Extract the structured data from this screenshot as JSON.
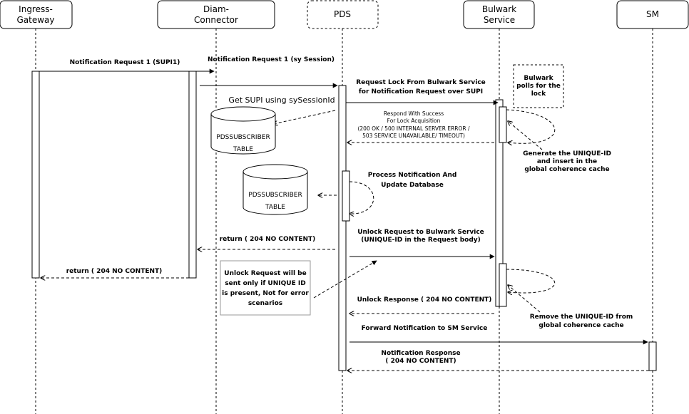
{
  "participants": [
    {
      "id": "ingress",
      "line1": "Ingress-",
      "line2": "Gateway"
    },
    {
      "id": "diam",
      "line1": "Diam-",
      "line2": "Connector"
    },
    {
      "id": "pds",
      "line1": "PDS",
      "line2": ""
    },
    {
      "id": "bulwark",
      "line1": "Bulwark",
      "line2": "Service"
    },
    {
      "id": "sm",
      "line1": "SM",
      "line2": ""
    }
  ],
  "messages": {
    "m1": "Notification Request 1 (SUPI1)",
    "m2": "Notification Request 1 (sy Session)",
    "m3_l1": "Request Lock From Bulwark Service",
    "m3_l2": "for Notification Request over SUPI",
    "m4": "Get SUPI using sySessionId",
    "m5_l1": "Respond With Success",
    "m5_l2": "For Lock Acquisition",
    "m5_l3": "(200 OK / 500 INTERNAL SERVER ERROR /",
    "m5_l4": "503 SERVICE UNAVAILABLE/ TIMEOUT)",
    "m6_l1": "Process Notification And",
    "m6_l2": "Update Database",
    "m7": "return ( 204 NO CONTENT)",
    "m8": "return ( 204 NO CONTENT)",
    "m9_l1": "Unlock Request to Bulwark Service",
    "m9_l2": "(UNIQUE-ID in the Request body)",
    "m10": "Unlock Response ( 204 NO CONTENT)",
    "m11": "Forward Notification to SM Service",
    "m12_l1": "Notification Response",
    "m12_l2": "( 204 NO CONTENT)"
  },
  "notes": {
    "bulwark_poll_l1": "Bulwark",
    "bulwark_poll_l2": "polls for the",
    "bulwark_poll_l3": "lock",
    "generate_l1": "Generate the UNIQUE-ID",
    "generate_l2": "and insert in the",
    "generate_l3": "global coherence cache",
    "remove_l1": "Remove the UNIQUE-ID from",
    "remove_l2": "global coherence cache",
    "unlock_l1": "Unlock Request  will be",
    "unlock_l2": "sent only if UNIQUE ID",
    "unlock_l3": "is present, Not for error",
    "unlock_l4": "scenarios"
  },
  "databases": {
    "db1_l1": "PDSSUBSCRIBER",
    "db1_l2": "TABLE",
    "db2_l1": "PDSSUBSCRIBER",
    "db2_l2": "TABLE"
  }
}
